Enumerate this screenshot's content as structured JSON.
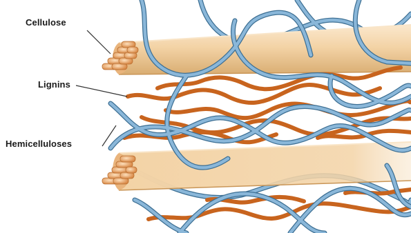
{
  "labels": {
    "cellulose": "Cellulose",
    "lignins": "Lignins",
    "hemicelluloses": "Hemicelluloses"
  },
  "colors": {
    "cellulose_fibril": "#f3d3a6",
    "cellulose_shadow": "#d9ad72",
    "cellulose_end": "#e8a866",
    "hemicellulose": "#8ab7d9",
    "hemicellulose_outline": "#3d6f93",
    "lignin": "#c8641e",
    "label_text": "#1a1a1a",
    "leader_line": "#333333"
  },
  "icons": [
    "cellulose-bundle-icon",
    "hemicellulose-strand-icon",
    "lignin-strand-icon"
  ]
}
